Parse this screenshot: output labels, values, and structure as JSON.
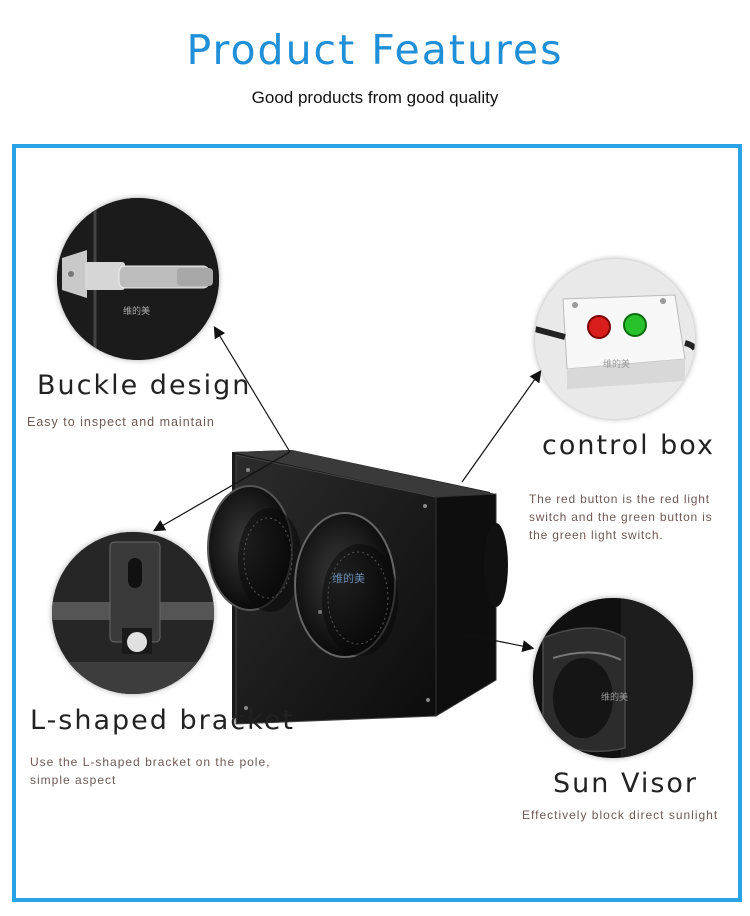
{
  "header": {
    "title": "Product Features",
    "subtitle": "Good products from good quality"
  },
  "features": {
    "buckle": {
      "heading": "Buckle design",
      "description": "Easy to inspect and maintain",
      "watermark": "维的美"
    },
    "control_box": {
      "heading": "control box",
      "description": "The red button is the red light switch and the green button is the green light switch.",
      "watermark": "维的美"
    },
    "bracket": {
      "heading": "L-shaped bracket",
      "description": "Use the L-shaped bracket on the pole, simple aspect"
    },
    "sun_visor": {
      "heading": "Sun Visor",
      "description": "Effectively block direct sunlight",
      "watermark": "维的美"
    }
  },
  "product": {
    "watermark": "维的美"
  },
  "colors": {
    "title_blue": "#1f8fd8",
    "frame_blue": "#29a3e6",
    "description_brown": "#6d5a54"
  }
}
